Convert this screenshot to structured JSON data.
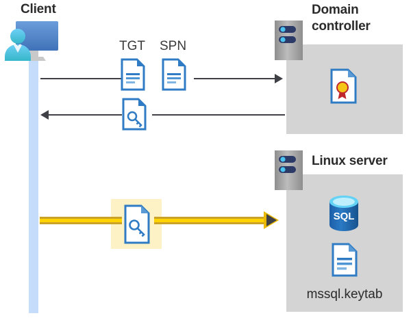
{
  "diagram": {
    "title_client": "Client",
    "title_domain_controller": "Domain\ncontroller",
    "domain_controller_line1": "Domain",
    "domain_controller_line2": "controller",
    "title_linux_server": "Linux server",
    "label_tgt": "TGT",
    "label_spn": "SPN",
    "label_keytab_file": "mssql.keytab",
    "icons": {
      "client": "user-with-monitor-icon",
      "server_domain": "server-rack-icon",
      "server_linux": "server-rack-icon",
      "certificate": "certificate-document-icon",
      "tgt_document": "text-document-icon",
      "spn_document": "text-document-icon",
      "key_document_response": "key-document-icon",
      "key_document_auth": "key-document-icon",
      "sql_database": "sql-database-icon",
      "keytab_document": "text-document-icon"
    },
    "connectors": [
      {
        "name": "client-to-dc-request",
        "direction": "right",
        "style": "thin-gray"
      },
      {
        "name": "dc-to-client-response",
        "direction": "left",
        "style": "thin-gray"
      },
      {
        "name": "client-to-linux-auth",
        "direction": "right",
        "style": "thick-yellow"
      }
    ],
    "colors": {
      "panel_gray": "#d4d4d4",
      "lifeline_blue": "#c5ddfb",
      "connector_dark": "#3f3f46",
      "arrow_yellow": "#ffd400",
      "arrow_yellow_dark": "#c9a227",
      "highlight_yellow": "#fdf2c5",
      "doc_blue": "#2f7bc4",
      "sql_blue": "#1f6bb5",
      "text_dark": "#2b2b2b",
      "server_gray": "#a6a6a6",
      "server_navy": "#2b3a67",
      "cert_gold": "#f5c518",
      "cert_red": "#c0272d"
    },
    "sql_label": "SQL"
  }
}
